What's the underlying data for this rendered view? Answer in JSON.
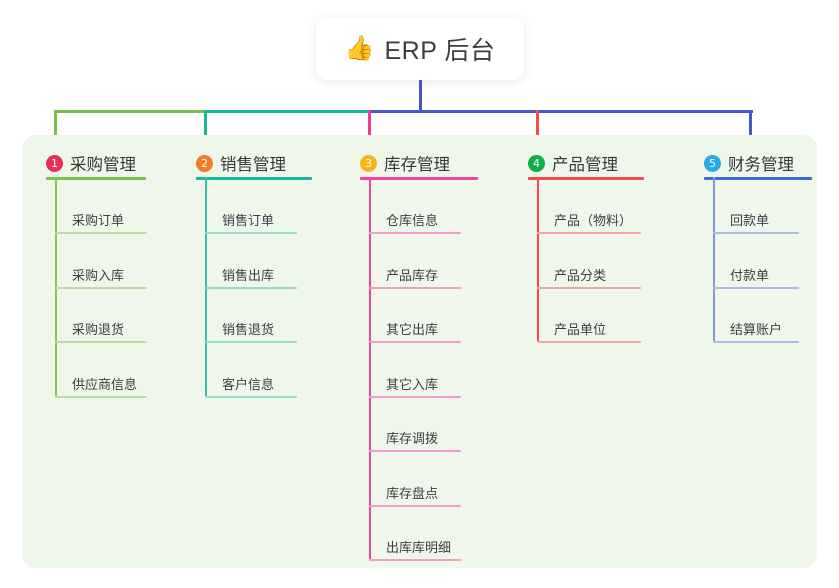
{
  "root": {
    "emoji": "👍",
    "emoji_name": "thumbs-up-icon",
    "title": "ERP 后台"
  },
  "palette": {
    "panel_bg": "#eef7e9",
    "card_bg": "#ffffff",
    "text": "#34383d",
    "bus_green": "#7cbf4a",
    "bus_teal": "#19b79a",
    "bus_blue": "#4657c8"
  },
  "columns": [
    {
      "index": "1",
      "title": "采购管理",
      "badge_color": "#ec2d58",
      "rule_color": "#7cbf4a",
      "rail_color": "#86c45c",
      "leaf_rule_color": "#bcdda2",
      "drop_color": "#7cbf4a",
      "items": [
        "采购订单",
        "采购入库",
        "采购退货",
        "供应商信息"
      ]
    },
    {
      "index": "2",
      "title": "销售管理",
      "badge_color": "#f4792b",
      "rule_color": "#19b79a",
      "rail_color": "#38bfa8",
      "leaf_rule_color": "#9bd9cd",
      "drop_color": "#19b79a",
      "items": [
        "销售订单",
        "销售出库",
        "销售退货",
        "客户信息"
      ]
    },
    {
      "index": "3",
      "title": "库存管理",
      "badge_color": "#f6b51e",
      "rule_color": "#ef44a1",
      "rail_color": "#ef44a1",
      "leaf_rule_color": "#f39cc9",
      "drop_color": "#ef3d95",
      "items": [
        "仓库信息",
        "产品库存",
        "其它出库",
        "其它入库",
        "库存调拨",
        "库存盘点",
        "出库库明细"
      ]
    },
    {
      "index": "4",
      "title": "产品管理",
      "badge_color": "#13ae4b",
      "rule_color": "#f4494f",
      "rail_color": "#f4494f",
      "leaf_rule_color": "#f7a5a3",
      "drop_color": "#f4494f",
      "items": [
        "产品（物料）",
        "产品分类",
        "产品单位"
      ]
    },
    {
      "index": "5",
      "title": "财务管理",
      "badge_color": "#29a9e5",
      "rule_color": "#3c6cd6",
      "rail_color": "#7f9ada",
      "leaf_rule_color": "#a9bce8",
      "drop_color": "#4657c8",
      "items": [
        "回款单",
        "付款单",
        "结算账户"
      ]
    }
  ]
}
